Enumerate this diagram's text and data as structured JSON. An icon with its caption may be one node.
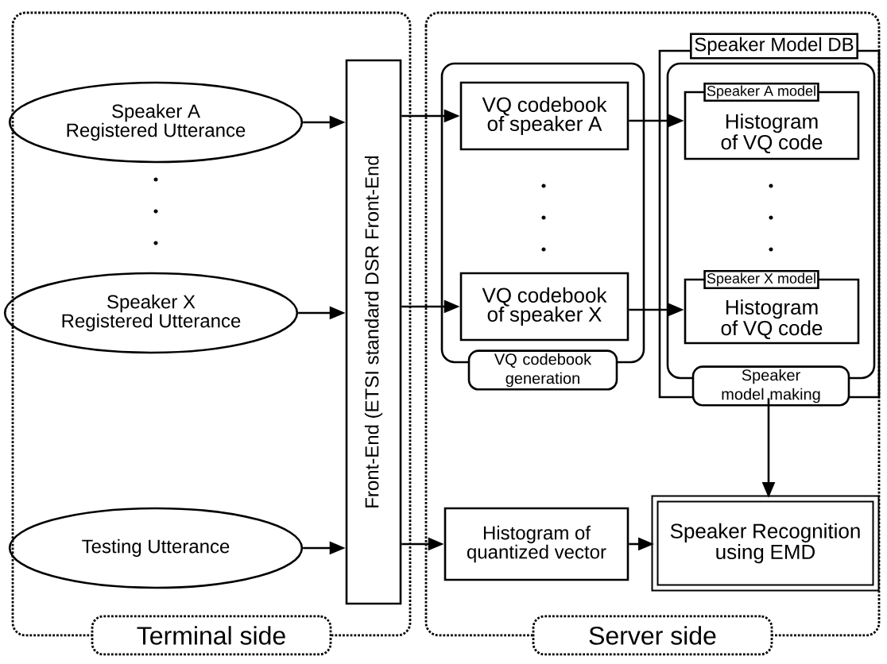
{
  "diagram": {
    "nodes": [
      {
        "text": [
          "Terminal side"
        ]
      },
      {
        "text": [
          "Server side"
        ]
      },
      {
        "text": [
          "Speaker A Registered Utterance"
        ],
        "in": 0
      },
      {
        "text": [
          "Speaker X Registered Utterance"
        ],
        "in": 0
      },
      {
        "text": [
          "Testing Utterance"
        ],
        "in": 0
      },
      {
        "text": [
          "Front-End (ETSI standard DSR Front-End"
        ],
        "in": 0
      },
      {
        "text": [
          "VQ codebook generation"
        ],
        "in": 1
      },
      {
        "text": [
          "VQ codebook of speaker A"
        ],
        "in": 6
      },
      {
        "text": [
          "VQ codebook of speaker X"
        ],
        "in": 6
      },
      {
        "text": [
          "Speaker Model DB"
        ],
        "in": 1
      },
      {
        "text": [
          "Speaker model making"
        ],
        "in": 9
      },
      {
        "text": [
          "Speaker A model",
          "Histogram of VQ code"
        ],
        "in": 10
      },
      {
        "text": [
          "Speaker X model",
          "Histogram of VQ code"
        ],
        "in": 10
      },
      {
        "text": [
          "Histogram of quantized vector"
        ],
        "in": 1
      },
      {
        "text": [
          "Speaker Recognition using EMD"
        ],
        "in": 1
      }
    ],
    "edges": [
      {
        "from": 2,
        "to": 5,
        "arrow": "to"
      },
      {
        "from": 3,
        "to": 5,
        "arrow": "to"
      },
      {
        "from": 4,
        "to": 5,
        "arrow": "to"
      },
      {
        "from": 5,
        "to": 7,
        "arrow": "to"
      },
      {
        "from": 5,
        "to": 8,
        "arrow": "to"
      },
      {
        "from": 5,
        "to": 13,
        "arrow": "to"
      },
      {
        "from": 7,
        "to": 11,
        "arrow": "to"
      },
      {
        "from": 8,
        "to": 12,
        "arrow": "to"
      },
      {
        "from": 9,
        "to": 14,
        "arrow": "to"
      },
      {
        "from": 13,
        "to": 14,
        "arrow": "to"
      }
    ]
  }
}
